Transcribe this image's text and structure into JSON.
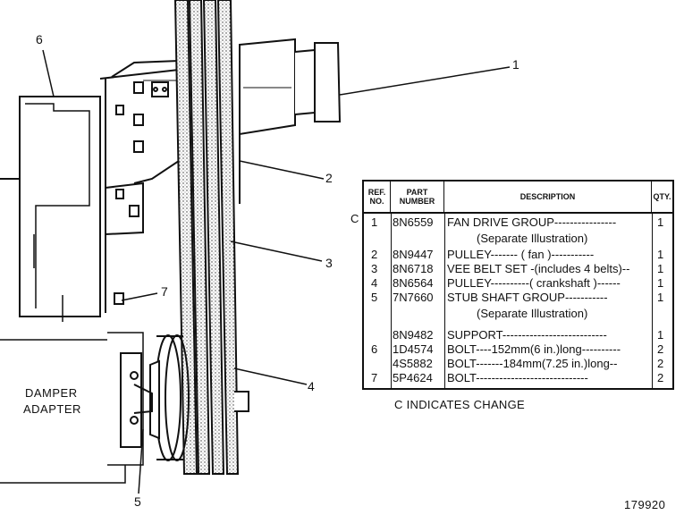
{
  "callouts": [
    "1",
    "2",
    "3",
    "4",
    "5",
    "6",
    "7"
  ],
  "labels": {
    "damper": "DAMPER",
    "adapter": "ADAPTER"
  },
  "table": {
    "headers": {
      "ref": "REF. NO.",
      "part": "PART NUMBER",
      "desc": "DESCRIPTION",
      "qty": "QTY."
    },
    "change_mark": "C",
    "rows": [
      {
        "ref": "1",
        "part": "8N6559",
        "desc": "FAN DRIVE GROUP----------------",
        "qty": "1"
      },
      {
        "ref": "",
        "part": "",
        "desc": "(Separate Illustration)",
        "qty": ""
      },
      {
        "ref": "2",
        "part": "8N9447",
        "desc": "PULLEY------- ( fan )-----------",
        "qty": "1"
      },
      {
        "ref": "3",
        "part": "8N6718",
        "desc": "VEE BELT SET -(includes 4 belts)--",
        "qty": "1"
      },
      {
        "ref": "4",
        "part": "8N6564",
        "desc": "PULLEY----------( crankshaft )------",
        "qty": "1"
      },
      {
        "ref": "5",
        "part": "7N7660",
        "desc": "STUB SHAFT GROUP-----------",
        "qty": "1"
      },
      {
        "ref": "",
        "part": "",
        "desc": "(Separate Illustration)",
        "qty": ""
      },
      {
        "ref": "",
        "part": "8N9482",
        "desc": "SUPPORT---------------------------",
        "qty": "1"
      },
      {
        "ref": "6",
        "part": "1D4574",
        "desc": "BOLT----152mm(6 in.)long----------",
        "qty": "2"
      },
      {
        "ref": "",
        "part": "4S5882",
        "desc": "BOLT-------184mm(7.25 in.)long--",
        "qty": "2"
      },
      {
        "ref": "7",
        "part": "5P4624",
        "desc": "BOLT-----------------------------",
        "qty": "2"
      }
    ],
    "note": "C INDICATES CHANGE"
  },
  "figure_id": "179920"
}
